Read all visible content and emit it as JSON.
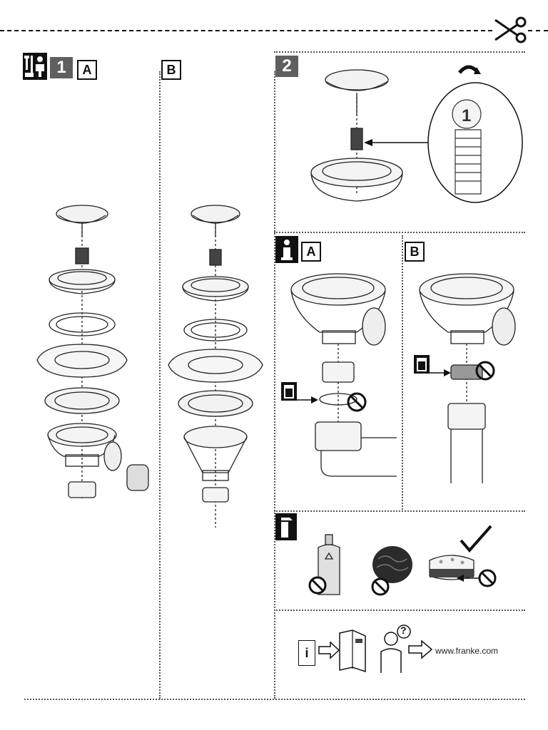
{
  "step1": {
    "number": "1",
    "variant_a": "A",
    "variant_b": "B"
  },
  "step2": {
    "number": "2"
  },
  "info": {
    "icon_letter": "i",
    "variant_a": "A",
    "variant_b": "B"
  },
  "coin_number": "1",
  "help": {
    "info_letter": "i",
    "question_mark": "?",
    "url": "www.franke.com"
  },
  "icons": {
    "cut_line": "scissors-icon",
    "tools": "tools-icon",
    "info": "info-icon",
    "cleaning": "cleaning-spray-icon",
    "trash": "trash-icon",
    "prohibited": "prohibited-icon",
    "approved": "checkmark-icon",
    "rotate": "rotate-arrow-icon"
  }
}
